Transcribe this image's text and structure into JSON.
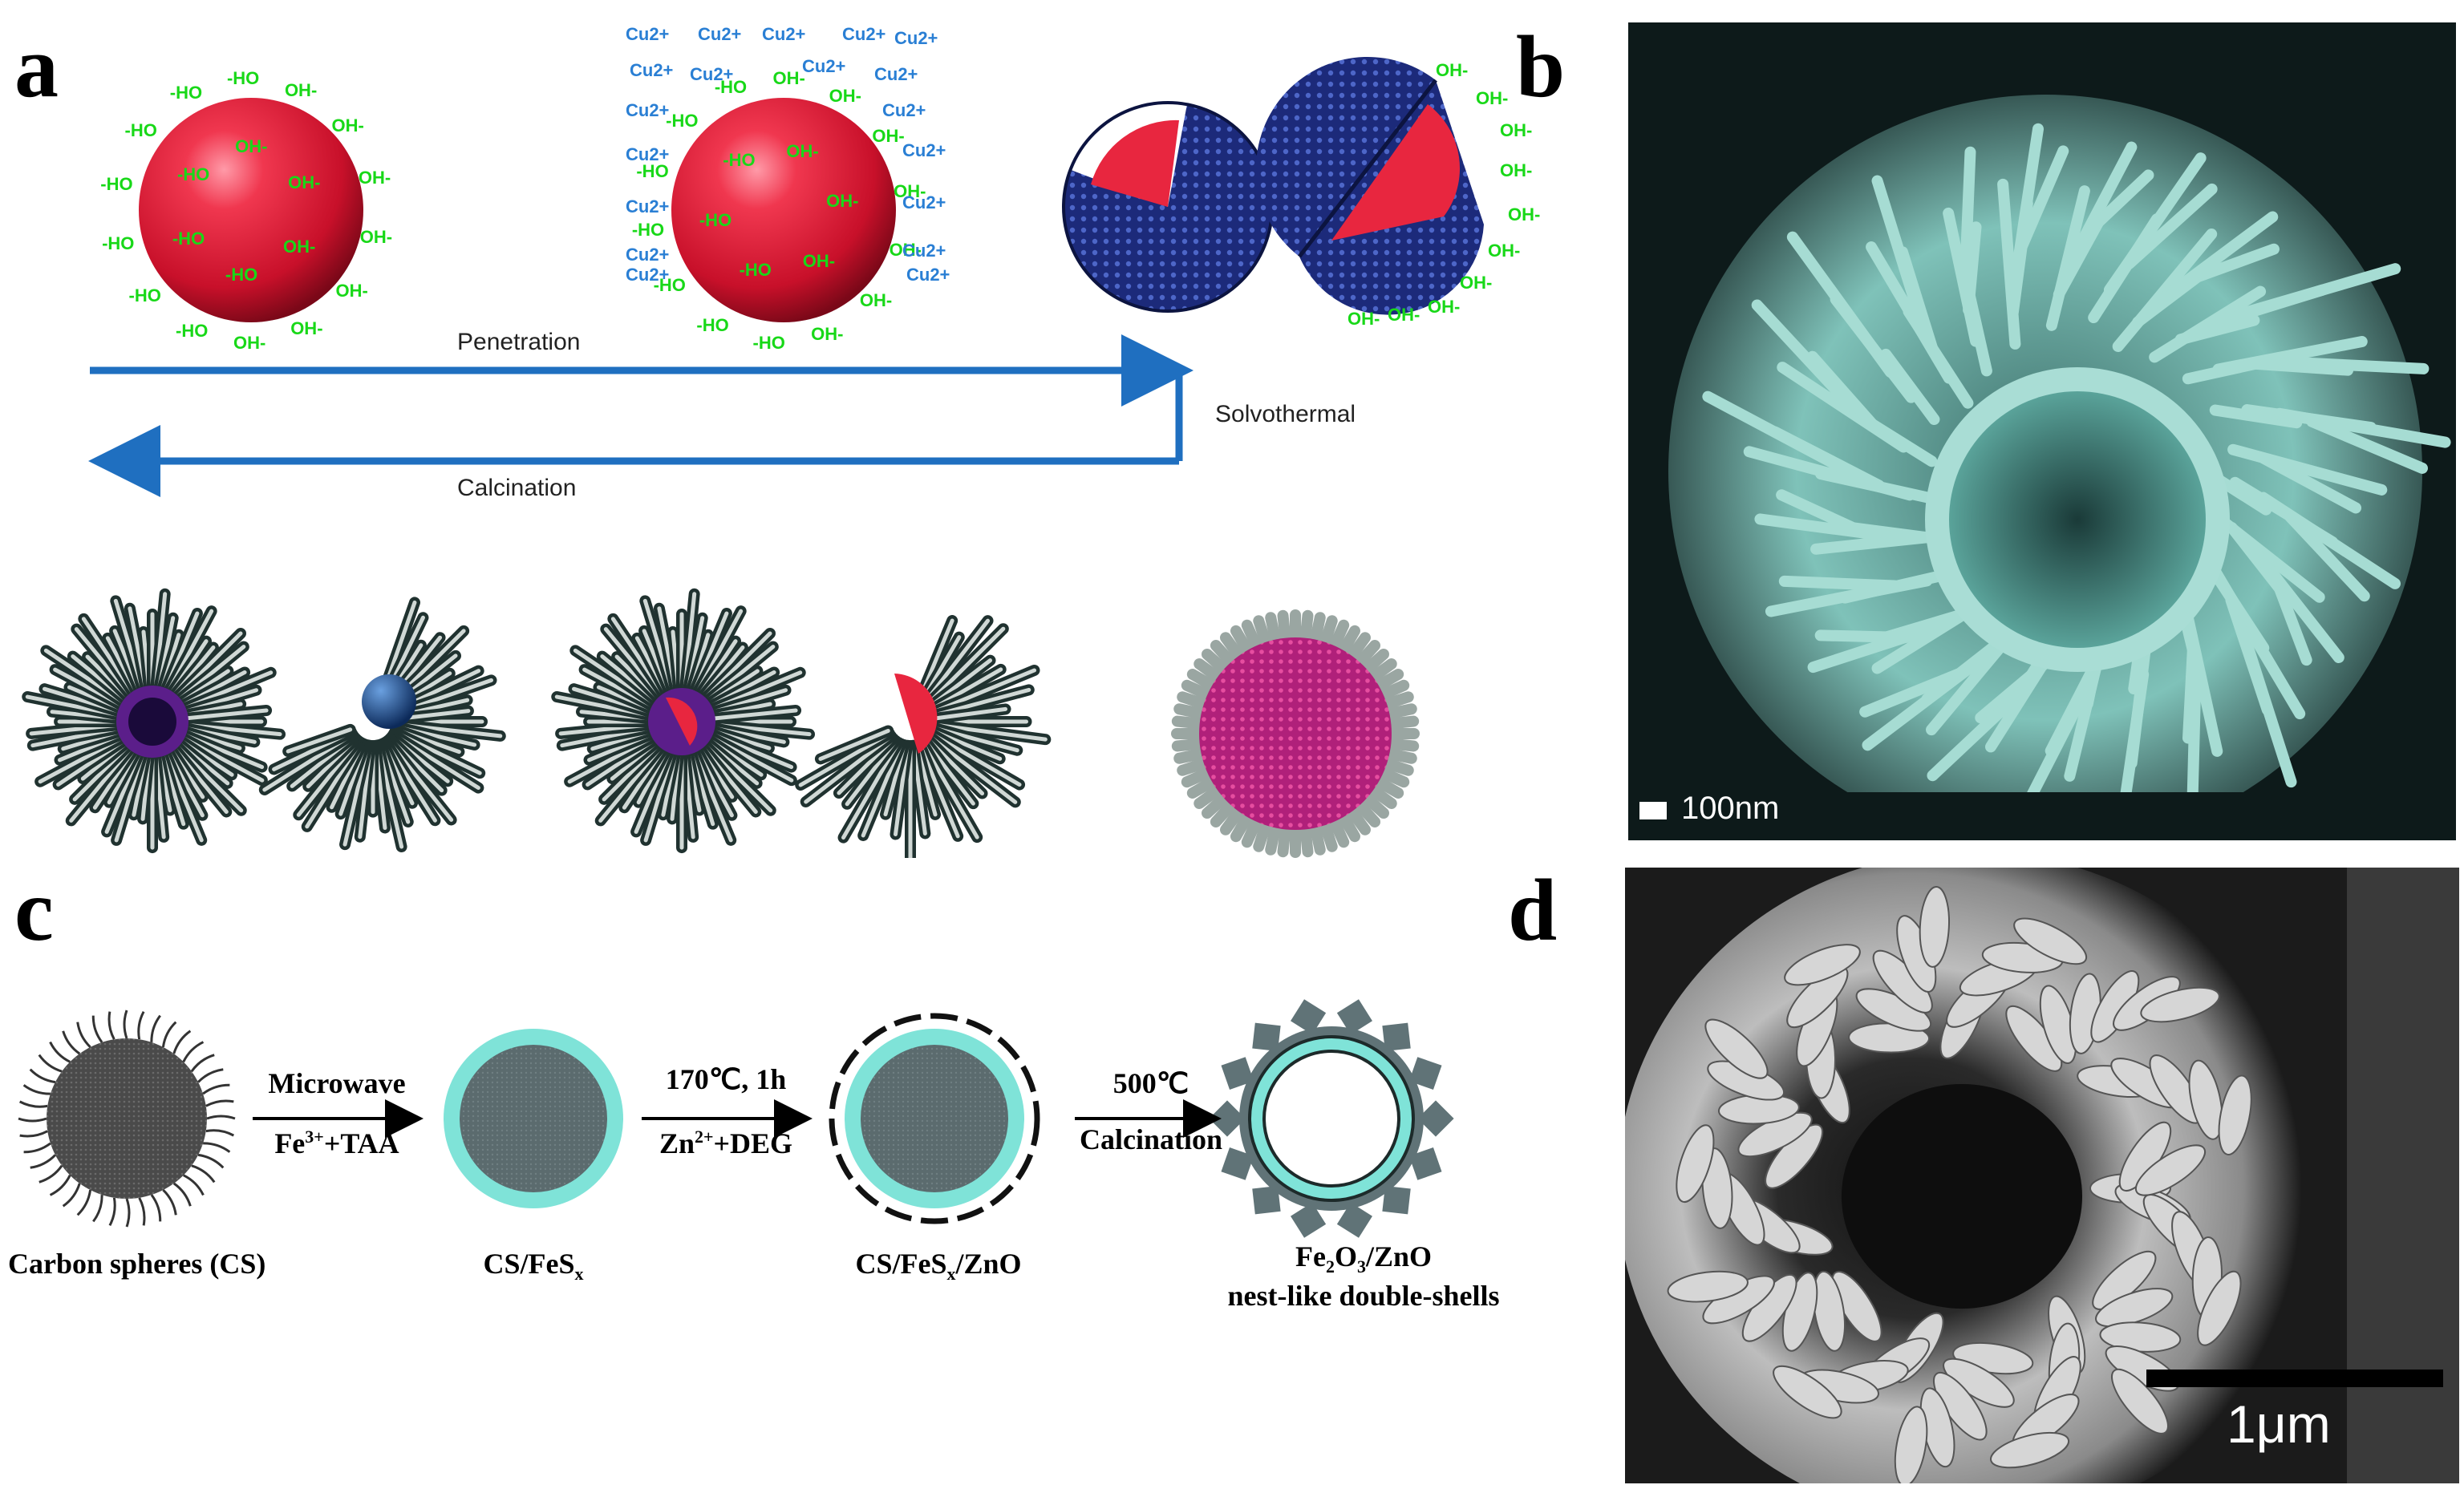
{
  "panels": {
    "a": "a",
    "b": "b",
    "c": "c",
    "d": "d"
  },
  "panel_a": {
    "oh_label": "OH-",
    "ho_label": "-HO",
    "cu_label": "Cu2+",
    "penetration": "Penetration",
    "solvothermal": "Solvothermal",
    "calcination": "Calcination",
    "colors": {
      "sphere": "#e8263f",
      "ion": "#18d818",
      "cu": "#2a7fd4",
      "arrow": "#1f6fc0",
      "shell": "#1a2a7a",
      "needle": "#2b3b38"
    }
  },
  "panel_b": {
    "scale": "100nm",
    "colors": {
      "bg": "#0d1a1a",
      "particle": "#8fd1c8"
    }
  },
  "panel_c": {
    "step1_top": "Microwave",
    "step1_bottom": "Fe3++TAA",
    "step2_top": "170℃, 1h",
    "step2_bottom": "Zn2++DEG",
    "step3_top": "500℃",
    "step3_bottom": "Calcination",
    "label1": "Carbon spheres (CS)",
    "label2": "CS/FeSx",
    "label3": "CS/FeSx/ZnO",
    "label4_line1": "Fe2O3/ZnO",
    "label4_line2": "nest-like double-shells",
    "colors": {
      "core": "#5b6b6e",
      "shell": "#7fe3d8",
      "spike": "#607377"
    }
  },
  "panel_d": {
    "scale": "1μm",
    "colors": {
      "bg": "#1b1b1b",
      "flake": "#cfcfcf"
    }
  }
}
